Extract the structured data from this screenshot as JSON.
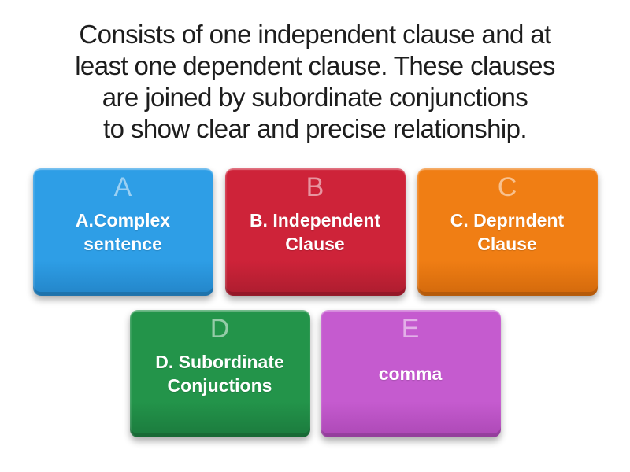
{
  "question": {
    "text": "Consists of one independent clause and at least one dependent clause. These clauses are joined by subordinate conjunctions to show clear and precise relationship.",
    "lines": [
      "Consists of one independent clause and at",
      "least one dependent clause. These clauses",
      "are joined by subordinate conjunctions",
      "to show clear and precise relationship."
    ]
  },
  "answers": [
    {
      "letter": "A",
      "label": "A.Complex sentence",
      "color": "#2E9EE6",
      "color_dark": "#2385C8"
    },
    {
      "letter": "B",
      "label": "B. Independent Clause",
      "color": "#CE2339",
      "color_dark": "#AC1D2F"
    },
    {
      "letter": "C",
      "label": "C. Deprndent Clause",
      "color": "#F07E14",
      "color_dark": "#D2690C"
    },
    {
      "letter": "D",
      "label": "D. Subordinate Conjuctions",
      "color": "#23944A",
      "color_dark": "#1B7A3D"
    },
    {
      "letter": "E",
      "label": "comma",
      "color": "#C55BCF",
      "color_dark": "#AC48B5"
    }
  ],
  "colors": {
    "page_background": "#ffffff",
    "question_text": "#1d1d1d",
    "answer_text": "#ffffff"
  }
}
